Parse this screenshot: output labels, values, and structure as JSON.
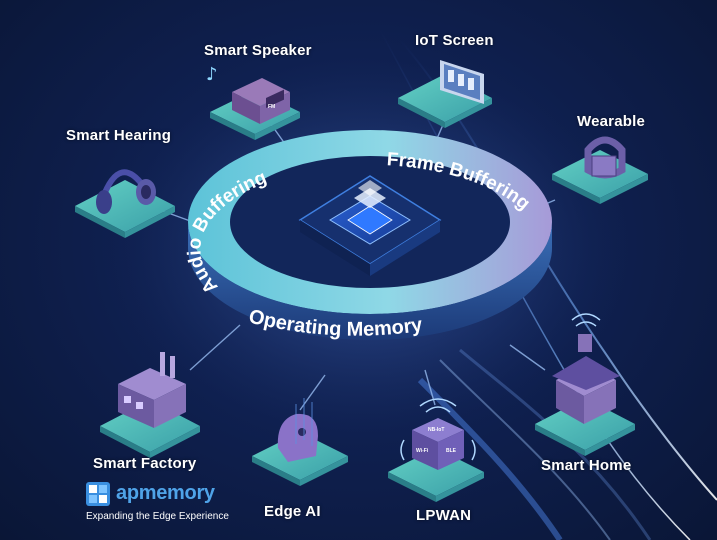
{
  "center": {
    "ring": {
      "left_label": "Audio Buffering",
      "right_label": "Frame Buffering",
      "front_label": "Operating Memory"
    }
  },
  "applications": [
    {
      "id": "smart-speaker",
      "label": "Smart Speaker",
      "icon": "smart-speaker-icon"
    },
    {
      "id": "iot-screen",
      "label": "IoT Screen",
      "icon": "iot-screen-icon"
    },
    {
      "id": "wearable",
      "label": "Wearable",
      "icon": "smartwatch-icon"
    },
    {
      "id": "smart-hearing",
      "label": "Smart Hearing",
      "icon": "headphones-icon"
    },
    {
      "id": "smart-factory",
      "label": "Smart Factory",
      "icon": "factory-icon"
    },
    {
      "id": "edge-ai",
      "label": "Edge AI",
      "icon": "ai-head-icon"
    },
    {
      "id": "lpwan",
      "label": "LPWAN",
      "icon": "wireless-cube-icon"
    },
    {
      "id": "smart-home",
      "label": "Smart Home",
      "icon": "house-icon"
    }
  ],
  "device_tags": {
    "speaker_display": "FM",
    "lpwan_top": "NB-IoT",
    "lpwan_left": "Wi-Fi",
    "lpwan_right": "BLE"
  },
  "brand": {
    "name": "apmemory",
    "tagline": "Expanding the Edge Experience",
    "color": "#4fa3e8"
  },
  "colors": {
    "background": "#0f2050",
    "ring": "#7fcfe0",
    "platform": "#3fb8ad"
  }
}
